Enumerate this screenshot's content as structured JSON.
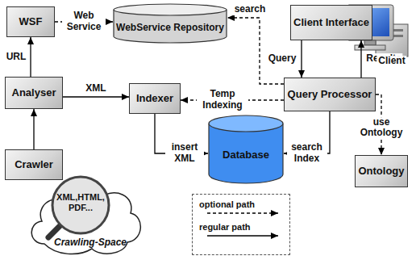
{
  "diagram": {
    "nodes": [
      {
        "text": [
          "WSF"
        ]
      },
      {
        "text": [
          "WebService Repository"
        ]
      },
      {
        "text": [
          "Client Interface"
        ]
      },
      {
        "text": [
          "Analyser"
        ]
      },
      {
        "text": [
          "Indexer"
        ]
      },
      {
        "text": [
          "Query Processor"
        ]
      },
      {
        "text": [
          "Database"
        ]
      },
      {
        "text": [
          "Crawler"
        ]
      },
      {
        "text": [
          "Ontology"
        ]
      },
      {
        "text": [
          "XML,HTML, PDF...",
          "Crawling-Space"
        ]
      }
    ],
    "edges": [
      {
        "from": 3,
        "to": 0,
        "label": "URL",
        "arrow": "to"
      },
      {
        "from": 0,
        "to": 1,
        "label": "Web Service",
        "arrow": "to"
      },
      {
        "from": 7,
        "to": 3,
        "arrow": "to"
      },
      {
        "from": 3,
        "to": 4,
        "label": "XML",
        "arrow": "to"
      },
      {
        "from": 4,
        "to": 6,
        "label": "insert XML",
        "arrow": "to"
      },
      {
        "from": 5,
        "to": 6,
        "label": "search Index",
        "arrow": "to"
      },
      {
        "from": 5,
        "to": 4,
        "label": "Temp Indexing",
        "arrow": "to"
      },
      {
        "from": 5,
        "to": 1,
        "label": "search",
        "arrow": "to"
      },
      {
        "from": 2,
        "to": 5,
        "label": "Query",
        "arrow": "to"
      },
      {
        "from": 5,
        "to": 2,
        "label": "Results",
        "arrow": "to"
      },
      {
        "from": 5,
        "to": 8,
        "label": "use Ontology",
        "arrow": "to"
      }
    ],
    "labels": [
      "Client"
    ],
    "legend": [
      {
        "text": "optional path"
      },
      {
        "text": "regular path"
      }
    ]
  }
}
